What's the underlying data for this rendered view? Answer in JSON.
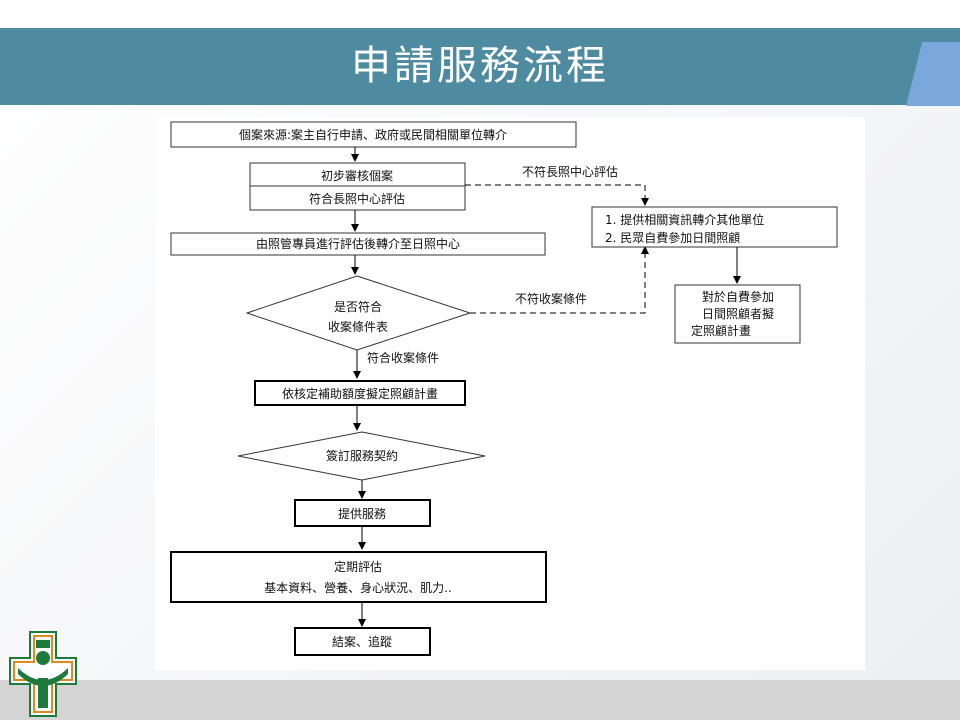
{
  "slide": {
    "title": "申請服務流程"
  },
  "flow": {
    "source": "個案來源:案主自行申請、政府或民間相關單位轉介",
    "initial_review": "初步審核個案",
    "meets_assessment": "符合長照中心評估",
    "not_meet_assessment": "不符長照中心評估",
    "referral": "由照管專員進行評估後轉介至日照中心",
    "decision_line1": "是否符合",
    "decision_line2": "收案條件表",
    "not_meet_admission": "不符收案條件",
    "meet_admission": "符合收案條件",
    "alternatives_1": "1. 提供相關資訊轉介其他單位",
    "alternatives_2": "2. 民眾自費參加日間照顧",
    "selfpay_line1": "對於自費參加",
    "selfpay_line2": "日間照顧者擬",
    "selfpay_line3": "定照顧計畫",
    "subsidy_plan": "依核定補助額度擬定照顧計畫",
    "contract": "簽訂服務契約",
    "provide_service": "提供服務",
    "periodic_eval": "定期評估",
    "periodic_items": "基本資料、營養、身心狀況、肌力..",
    "close_case": "結案、追蹤"
  },
  "colors": {
    "title_bar": "#4e8ba0",
    "accent": "#7aa8dc",
    "logo_green": "#1e7a3c",
    "logo_orange": "#e08a1e"
  }
}
